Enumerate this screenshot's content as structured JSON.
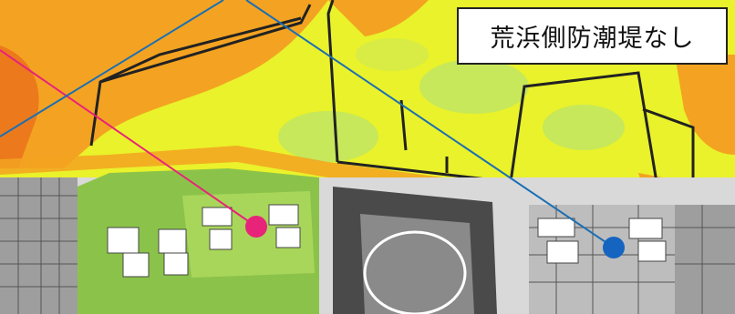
{
  "map": {
    "label": "荒浜側防潮堤なし",
    "markers": [
      {
        "name": "pink-marker",
        "color": "#e8237a"
      },
      {
        "name": "blue-marker",
        "color": "#1565c0"
      }
    ],
    "colors": {
      "land_yellow": "#e9f22a",
      "land_lightgreen": "#c7e85a",
      "land_orange": "#f3a321",
      "land_deep_orange": "#ec7a1c",
      "plant_green": "#8bc34a",
      "building_white": "#ffffff",
      "outline": "#222222",
      "pink_line": "#e8237a",
      "blue_line": "#1b6fb3"
    }
  }
}
